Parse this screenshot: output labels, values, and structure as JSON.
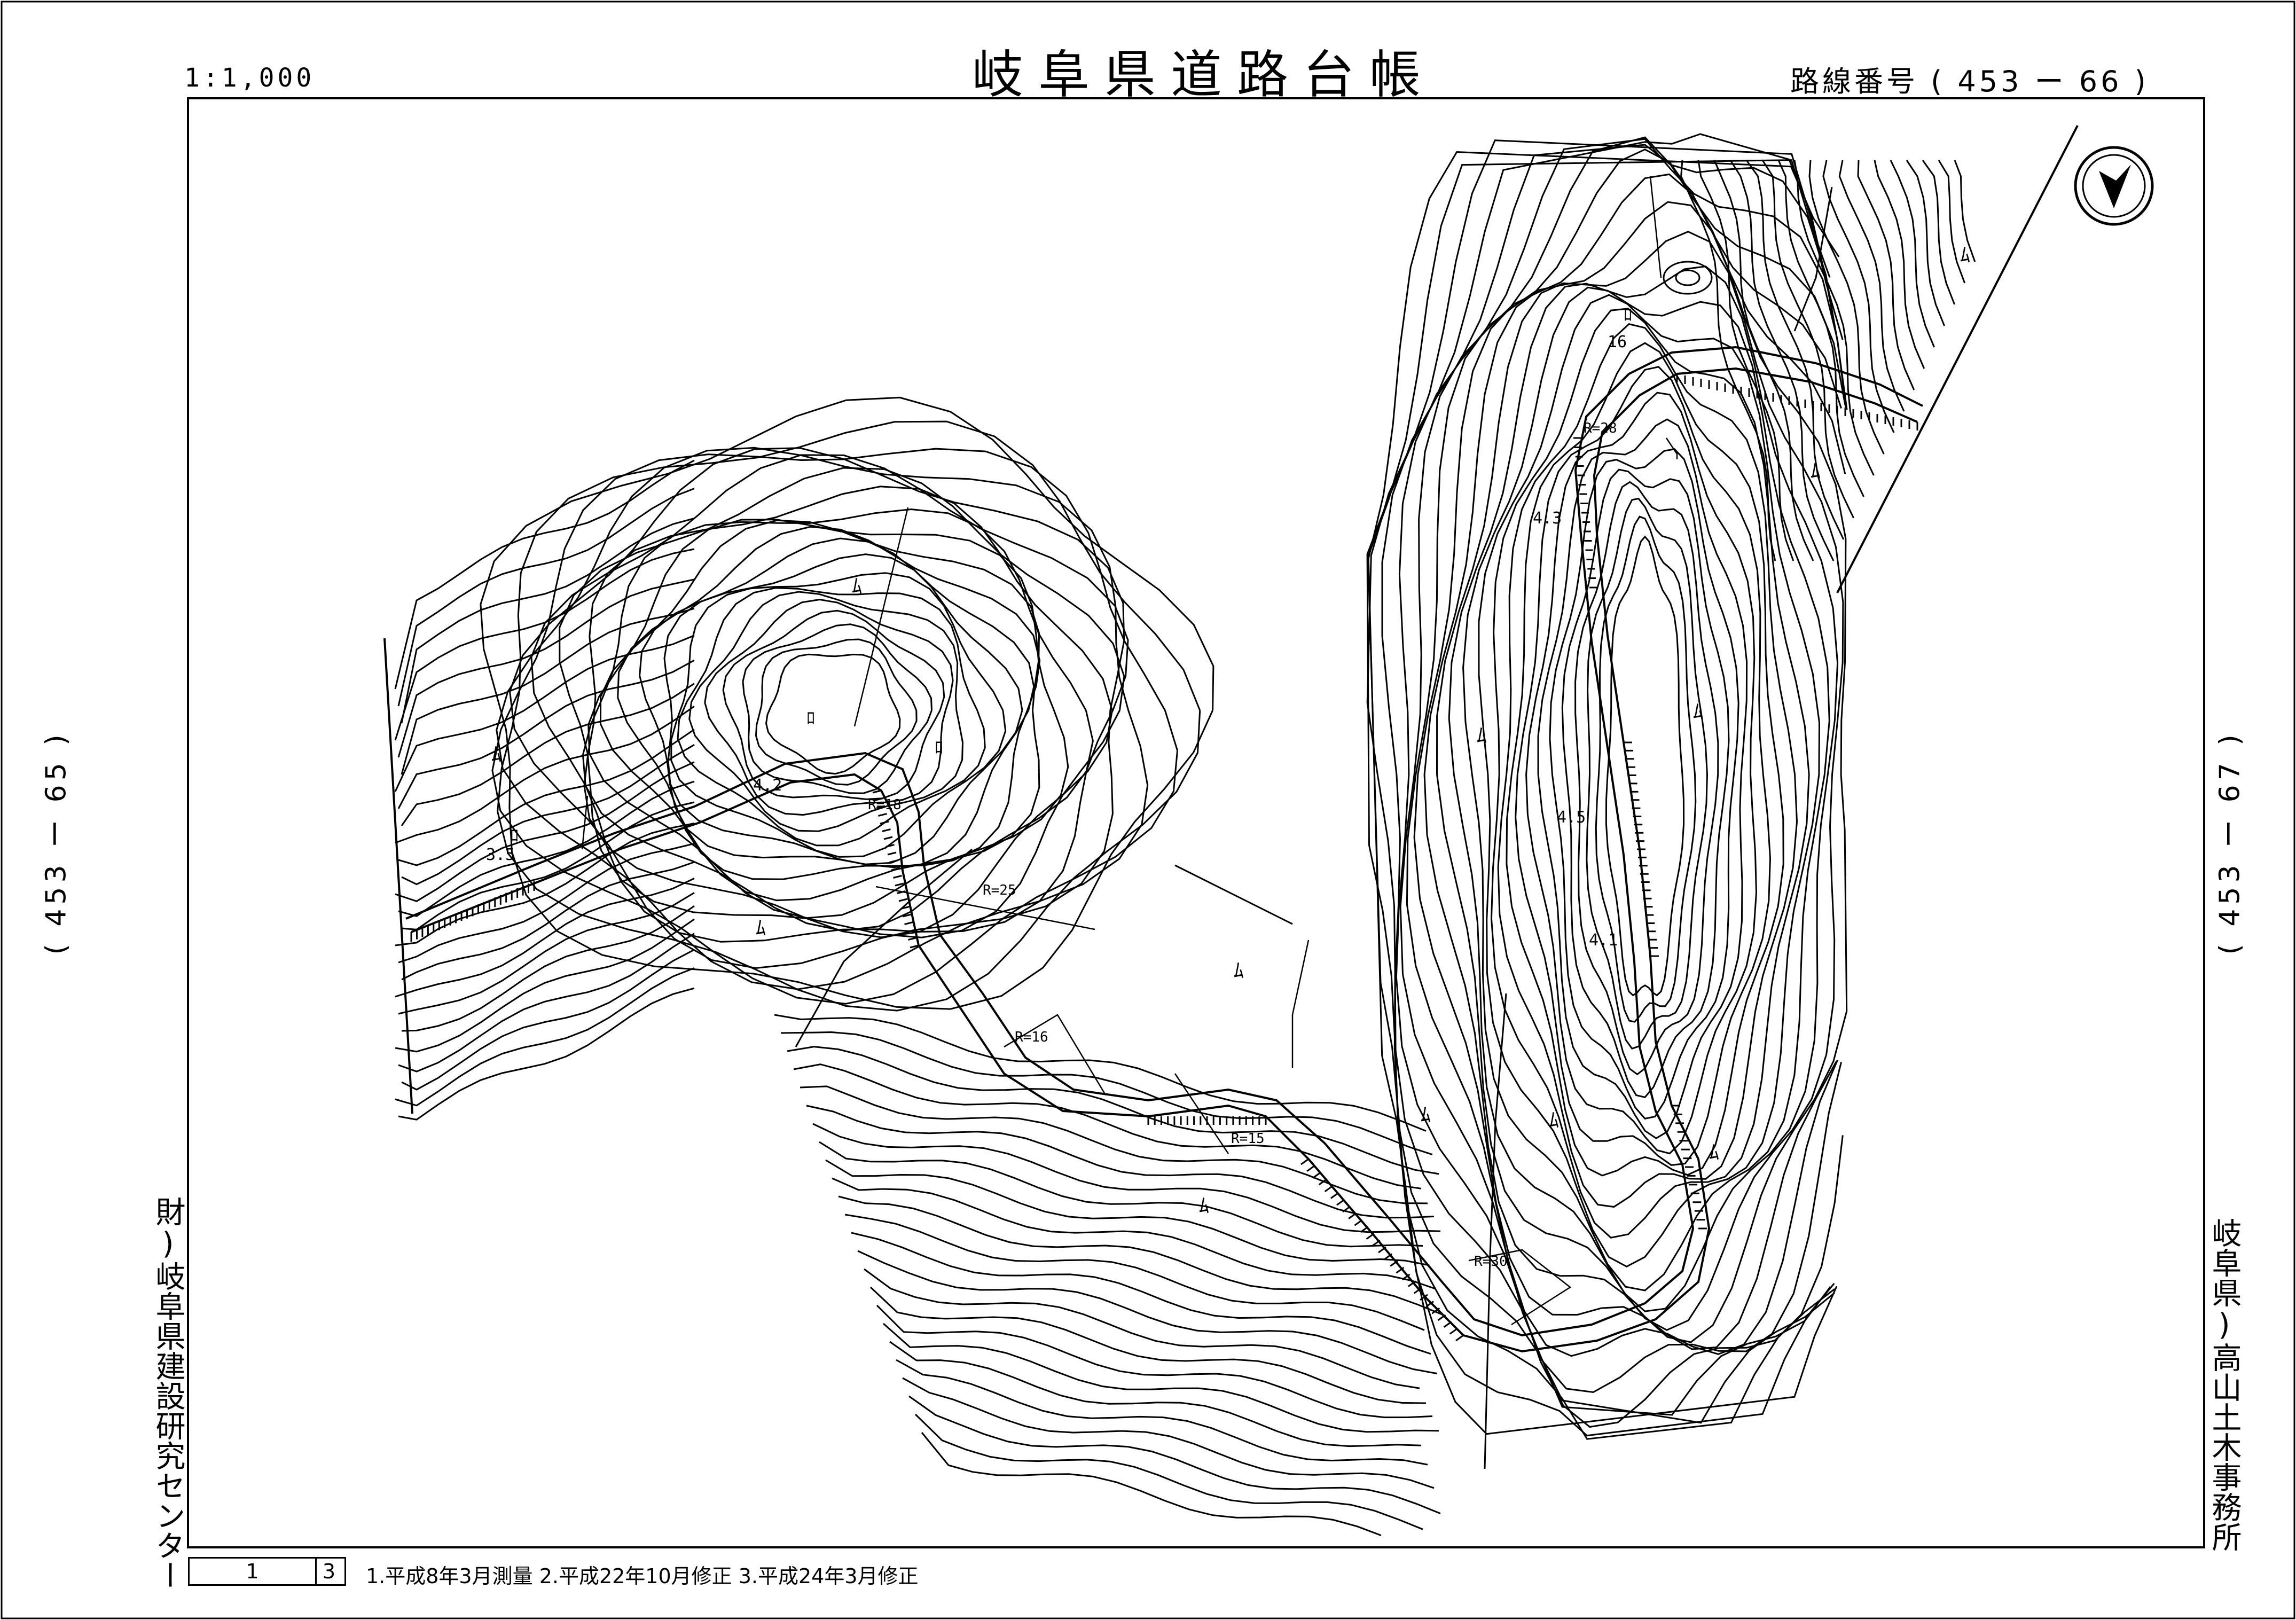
{
  "header": {
    "scale": "1:1,000",
    "title": "岐阜県道路台帳",
    "route_number": "路線番号 ( 453 ー 66 )"
  },
  "sides": {
    "left_adjacent": "( 453 ー 65 )",
    "right_adjacent": "( 453 ー 67 )",
    "left_org": "財)岐阜県建設研究センター",
    "right_org": "岐阜県)高山土木事務所"
  },
  "footer": {
    "sheet_number": "1",
    "sheet_total": "3",
    "history": "1.平成8年3月測量   2.平成22年10月修正   3.平成24年3月修正"
  },
  "map": {
    "north_arrow_icon": "north-arrow-icon",
    "vegetation_symbol": "ﾑ",
    "field_symbol": "ﾛ",
    "curve_labels": [
      "R=18",
      "R=25",
      "R=16",
      "R=15",
      "R=28",
      "R=30"
    ],
    "road_widths": [
      "4.2",
      "4.3",
      "4.5",
      "4.1",
      "3.5",
      "16"
    ]
  }
}
